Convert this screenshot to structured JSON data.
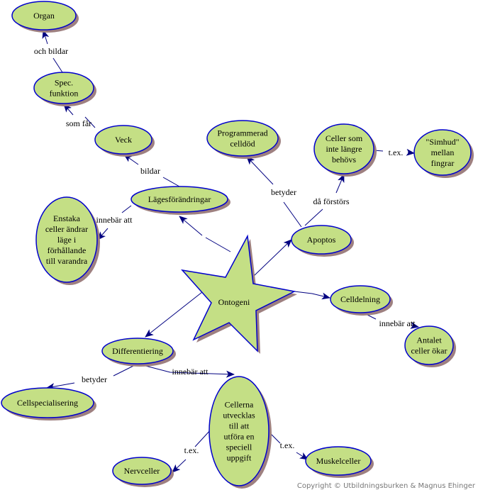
{
  "colors": {
    "node_fill": "#c4df85",
    "node_stroke": "#0000cc",
    "shadow": "#9e8080",
    "link": "#000080"
  },
  "center": {
    "id": "ontogeni",
    "label": "Ontogeni"
  },
  "nodes": [
    {
      "id": "organ",
      "lines": [
        "Organ"
      ]
    },
    {
      "id": "spec",
      "lines": [
        "Spec.",
        "funktion"
      ]
    },
    {
      "id": "veck",
      "lines": [
        "Veck"
      ]
    },
    {
      "id": "lage",
      "lines": [
        "Lägesförändringar"
      ]
    },
    {
      "id": "enstaka",
      "lines": [
        "Enstaka",
        "celler ändrar",
        "läge i",
        "förhållande",
        "till varandra"
      ]
    },
    {
      "id": "prog",
      "lines": [
        "Programmerad",
        "celldöd"
      ]
    },
    {
      "id": "celler",
      "lines": [
        "Celler som",
        "inte längre",
        "behövs"
      ]
    },
    {
      "id": "simhud",
      "lines": [
        "\"Simhud\"",
        "mellan",
        "fingrar"
      ]
    },
    {
      "id": "apoptos",
      "lines": [
        "Apoptos"
      ]
    },
    {
      "id": "celldelning",
      "lines": [
        "Celldelning"
      ]
    },
    {
      "id": "antalet",
      "lines": [
        "Antalet",
        "celler ökar"
      ]
    },
    {
      "id": "diff",
      "lines": [
        "Differentiering"
      ]
    },
    {
      "id": "cellspec",
      "lines": [
        "Cellspecialisering"
      ]
    },
    {
      "id": "cellerna",
      "lines": [
        "Cellerna",
        "utvecklas",
        "till att",
        "utföra en",
        "speciell",
        "uppgift"
      ]
    },
    {
      "id": "nerv",
      "lines": [
        "Nervceller"
      ]
    },
    {
      "id": "muskel",
      "lines": [
        "Muskelceller"
      ]
    }
  ],
  "links": [
    {
      "label": "och bildar"
    },
    {
      "label": "som får"
    },
    {
      "label": "bildar"
    },
    {
      "label": "innebär att"
    },
    {
      "label": "betyder"
    },
    {
      "label": "då förstörs"
    },
    {
      "label": "t.ex."
    },
    {
      "label": "innebär att"
    },
    {
      "label": "betyder"
    },
    {
      "label": "innebär att"
    },
    {
      "label": "t.ex."
    },
    {
      "label": "t.ex."
    }
  ],
  "footer": {
    "copyright": "Copyright © Utbildningsburken & Magnus Ehinger"
  }
}
